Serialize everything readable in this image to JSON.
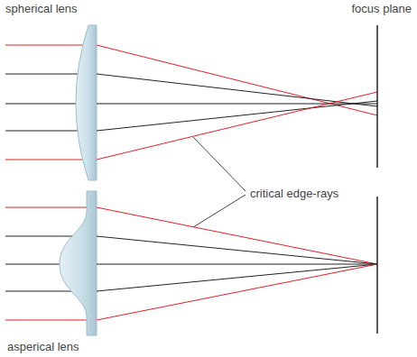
{
  "diagram": {
    "labels": [
      "spherical lens",
      "focus plane",
      "critical edge-rays",
      "asperical lens"
    ]
  }
}
